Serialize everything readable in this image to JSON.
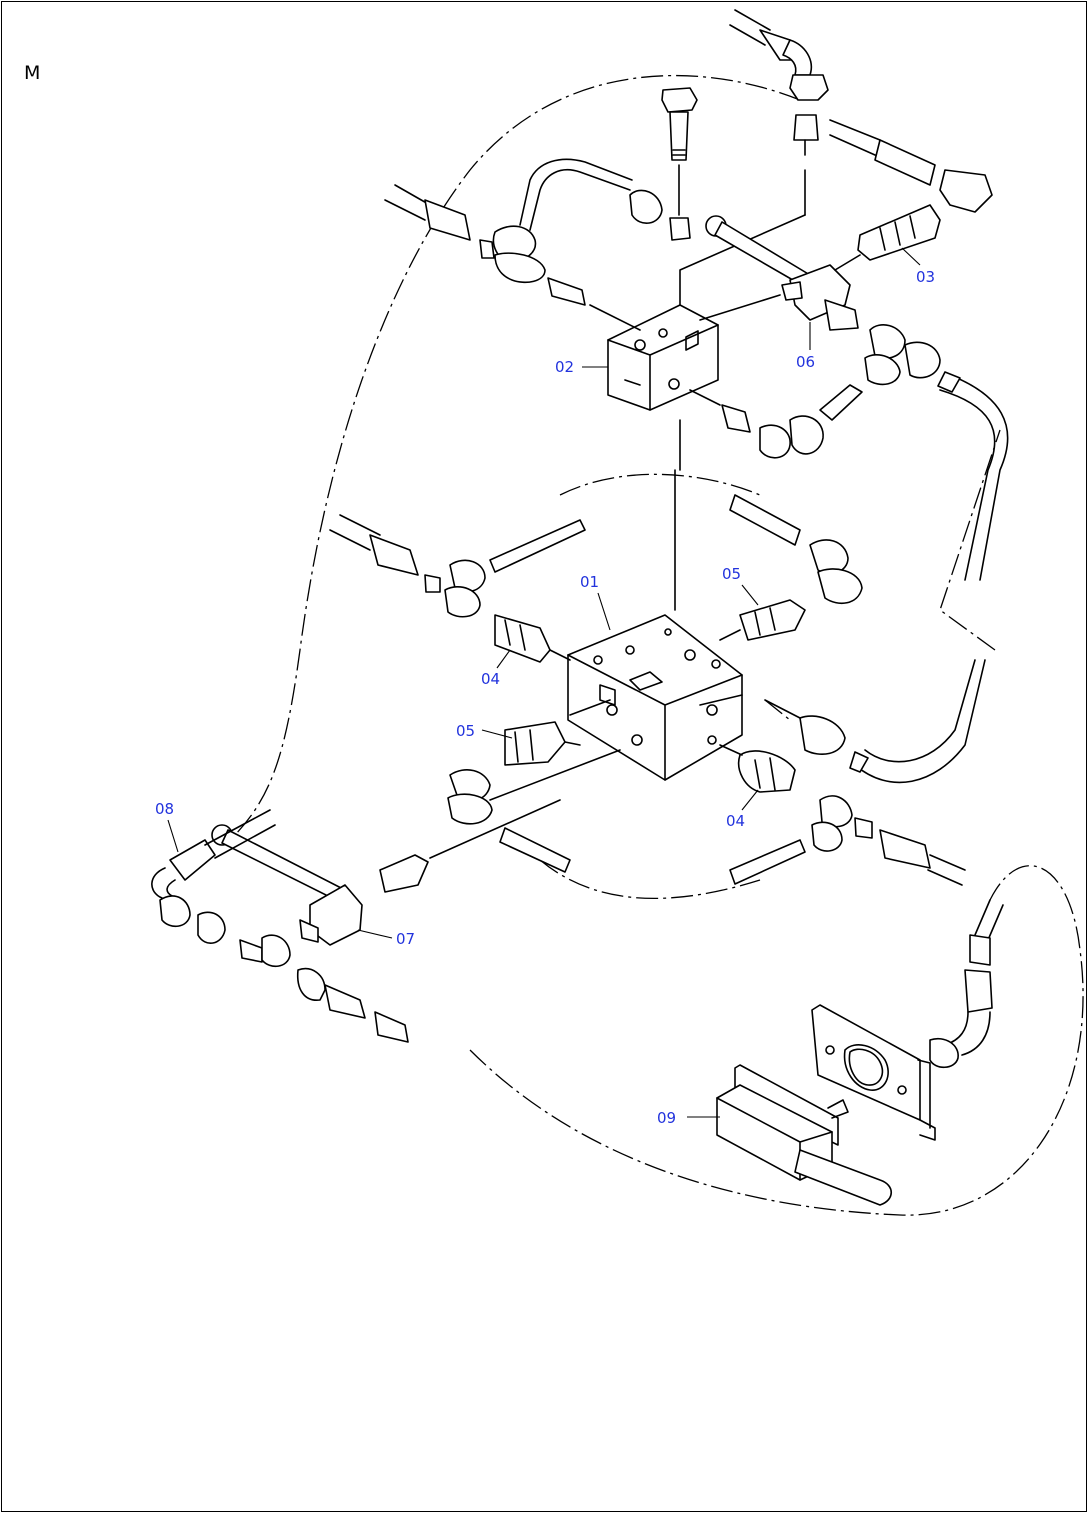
{
  "view_letter": "M",
  "callouts": {
    "c01": "01",
    "c02": "02",
    "c03": "03",
    "c04a": "04",
    "c04b": "04",
    "c05a": "05",
    "c05b": "05",
    "c06": "06",
    "c07": "07",
    "c08": "08",
    "c09": "09"
  },
  "colors": {
    "callout": "#2233dd",
    "line": "#000000",
    "background": "#ffffff"
  }
}
